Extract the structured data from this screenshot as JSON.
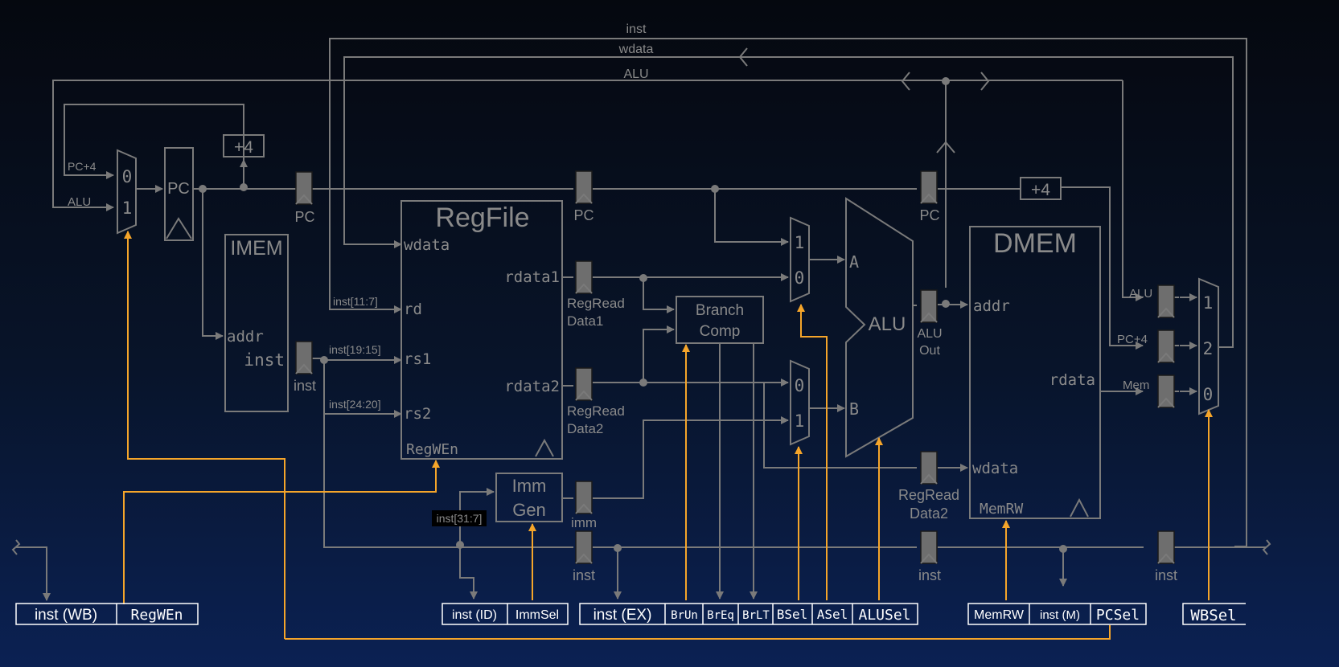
{
  "top_wires": {
    "inst": "inst",
    "wdata": "wdata",
    "alu": "ALU"
  },
  "pc_mux": {
    "in0_label": "PC+4",
    "in1_label": "ALU",
    "sel0": "0",
    "sel1": "1"
  },
  "pc_register": {
    "label": "PC"
  },
  "adder_if": {
    "label": "+4"
  },
  "adder_mem": {
    "label": "+4"
  },
  "imem": {
    "title": "IMEM",
    "addr": "addr",
    "inst": "inst"
  },
  "pipe_labels": {
    "pc_if": "PC",
    "pc_id": "PC",
    "pc_ex": "PC",
    "inst_if": "inst",
    "rdata1": "RegRead Data1",
    "rdata2": "RegRead Data2",
    "imm": "imm",
    "inst_id": "inst",
    "inst_ex": "inst",
    "inst_mem": "inst",
    "alu_out": "ALU Out",
    "regread_data2_ex": "RegRead Data2"
  },
  "regfile": {
    "title": "RegFile",
    "wdata": "wdata",
    "rd": "rd",
    "rs1": "rs1",
    "rs2": "rs2",
    "rdata1": "rdata1",
    "rdata2": "rdata2",
    "regwen": "RegWEn"
  },
  "fields": {
    "rd": "inst[11:7]",
    "rs1": "inst[19:15]",
    "rs2": "inst[24:20]",
    "imm": "inst[31:7]"
  },
  "immgen": {
    "line1": "Imm",
    "line2": "Gen"
  },
  "branch_comp": {
    "line1": "Branch",
    "line2": "Comp"
  },
  "a_mux": {
    "sel1": "1",
    "sel0": "0"
  },
  "b_mux": {
    "sel0": "0",
    "sel1": "1"
  },
  "alu": {
    "label": "ALU",
    "a": "A",
    "b": "B"
  },
  "dmem": {
    "title": "DMEM",
    "addr": "addr",
    "rdata": "rdata",
    "wdata": "wdata",
    "memrw": "MemRW"
  },
  "wb_mux": {
    "in_alu": "ALU",
    "in_pc4": "PC+4",
    "in_mem": "Mem",
    "sel1": "1",
    "sel2": "2",
    "sel0": "0"
  },
  "control": {
    "wb": [
      "inst (WB)",
      "RegWEn"
    ],
    "id": [
      "inst (ID)",
      "ImmSel"
    ],
    "ex": [
      "inst (EX)",
      "BrUn",
      "BrEq",
      "BrLT",
      "BSel",
      "ASel",
      "ALUSel"
    ],
    "mem": [
      "MemRW",
      "inst (M)",
      "PCSel"
    ],
    "wbsel": [
      "WBSel"
    ]
  },
  "colors": {
    "wire": "#7a7a7a",
    "control": "#f5a52a",
    "register": "#6e6e6e"
  }
}
